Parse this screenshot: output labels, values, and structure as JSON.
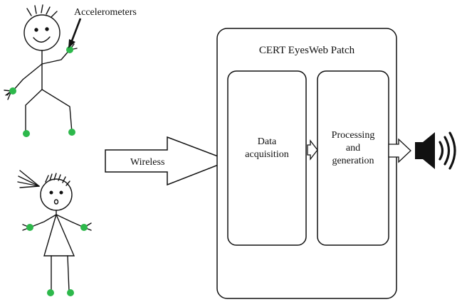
{
  "labels": {
    "accelerometers": "Accelerometers",
    "wireless": "Wireless",
    "patch_title": "CERT EyesWeb Patch",
    "data_acquisition_line1": "Data",
    "data_acquisition_line2": "acquisition",
    "processing_line1": "Processing",
    "processing_line2": "and",
    "processing_line3": "generation"
  },
  "colors": {
    "sensor": "#2db84b",
    "line": "#111111",
    "background": "#ffffff"
  },
  "icons": {
    "output": "speaker-icon"
  }
}
